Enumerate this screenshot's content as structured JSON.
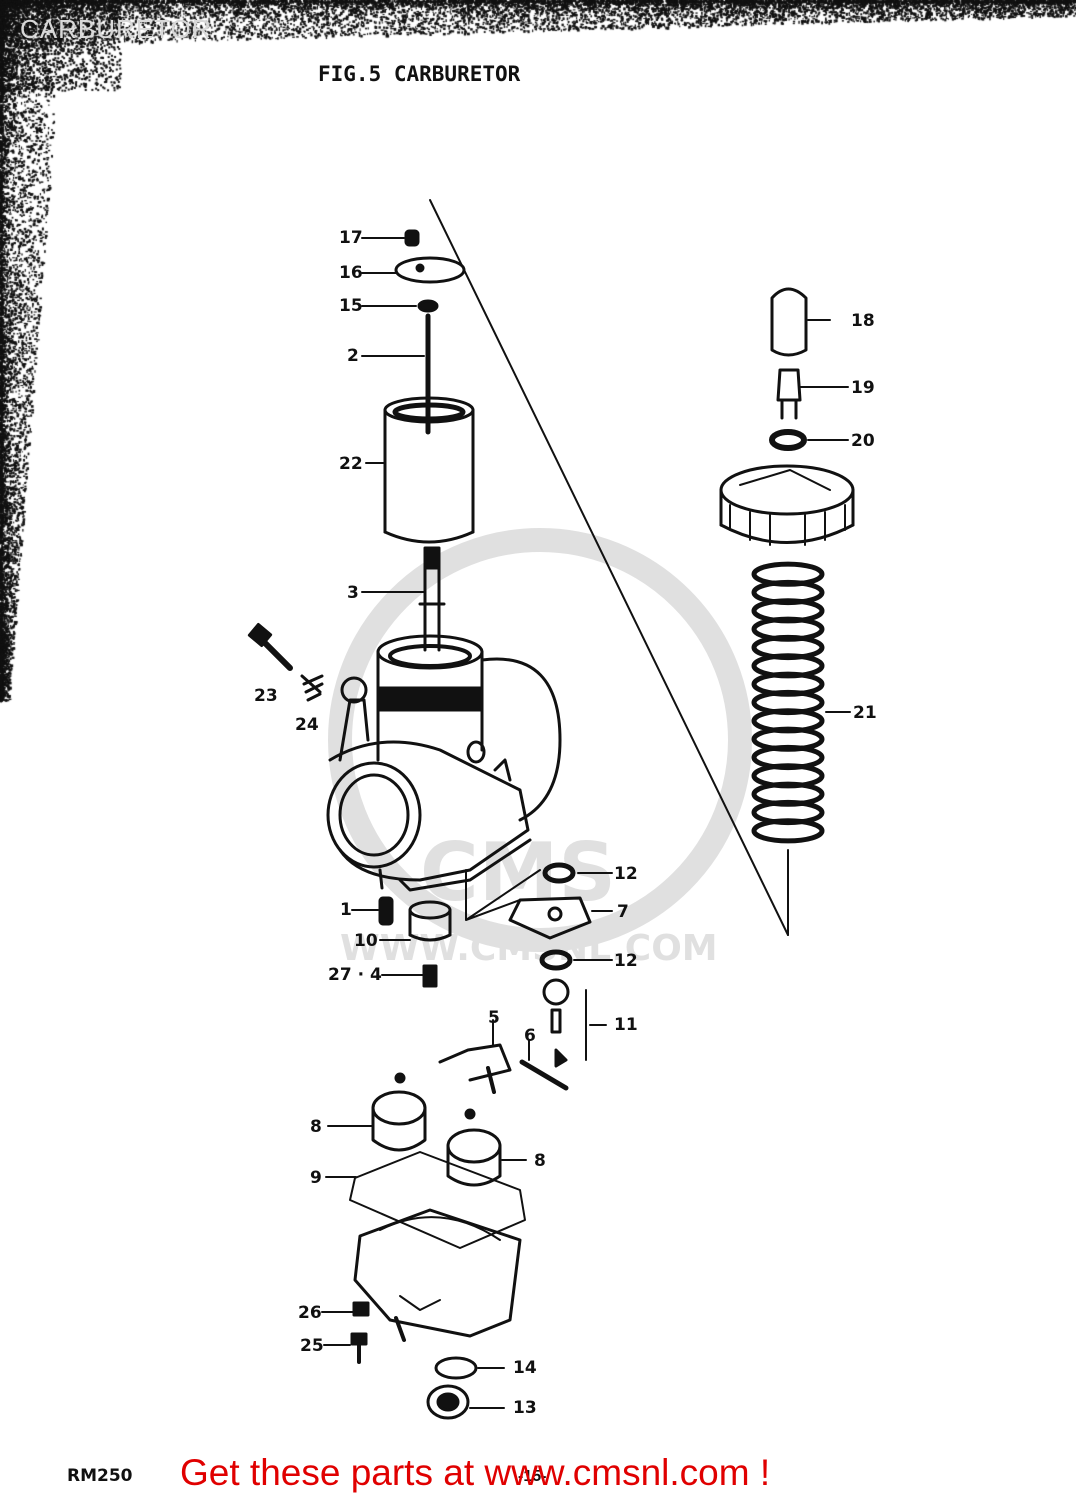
{
  "header": {
    "corner_title": "CARBURETOR",
    "figure_title": "FIG.5  CARBURETOR"
  },
  "watermark": {
    "text": "CMS",
    "url": "WWW.CMSNL.COM"
  },
  "callouts": {
    "c1": "1",
    "c2": "2",
    "c3": "3",
    "c4": "27 · 4",
    "c5": "5",
    "c6": "6",
    "c7": "7",
    "c8a": "8",
    "c8b": "8",
    "c9": "9",
    "c10": "10",
    "c11": "11",
    "c12a": "12",
    "c12b": "12",
    "c13": "13",
    "c14": "14",
    "c15": "15",
    "c16": "16",
    "c17": "17",
    "c18": "18",
    "c19": "19",
    "c20": "20",
    "c21": "21",
    "c22": "22",
    "c23": "23",
    "c24": "24",
    "c25": "25",
    "c26": "26"
  },
  "footer": {
    "model_code": "RM250",
    "page_number": "-15-",
    "banner": "Get these parts at www.cmsnl.com !",
    "banner_color": "#e00000"
  }
}
